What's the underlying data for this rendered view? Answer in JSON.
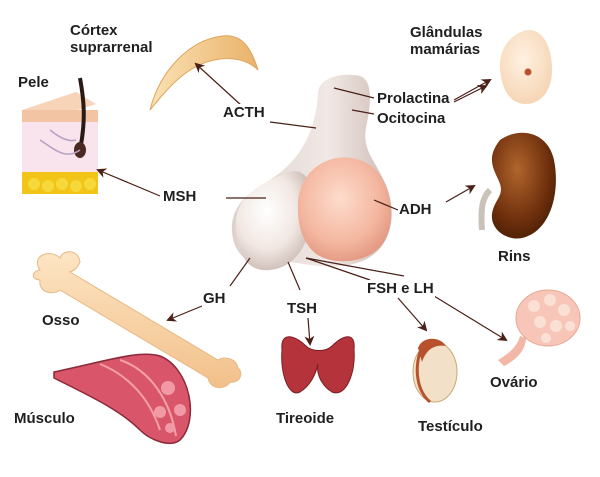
{
  "colors": {
    "skin": "#f6c9a8",
    "bone": "#fbd9b0",
    "muscle": "#d9566a",
    "kidney": "#7a3a12",
    "thyroid": "#b5343c",
    "ovary": "#f7c6b8",
    "arrow": "#4a2018"
  },
  "hormones": {
    "acth": "ACTH",
    "msh": "MSH",
    "gh": "GH",
    "tsh": "TSH",
    "fsh_lh": "FSH e LH",
    "adh": "ADH",
    "prolactin": "Prolactina",
    "oxytocin": "Ocitocina"
  },
  "targets": {
    "adrenal_cortex": "Córtex\nsuprarrenal",
    "skin": "Pele",
    "bone": "Osso",
    "muscle": "Músculo",
    "thyroid": "Tireoide",
    "testicle": "Testículo",
    "ovary": "Ovário",
    "kidneys": "Rins",
    "mammary_glands": "Glândulas\nmamárias"
  }
}
